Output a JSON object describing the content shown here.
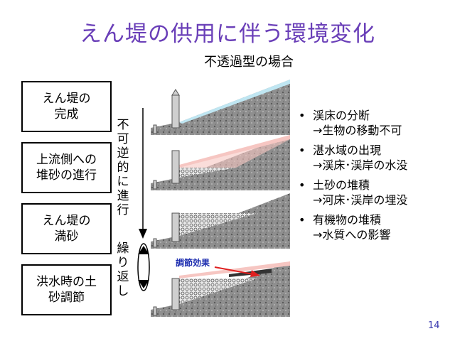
{
  "title": "えん堤の供用に伴う環境変化",
  "subtitle": "不透過型の場合",
  "stages": [
    {
      "line1": "えん堤の",
      "line2": "完成"
    },
    {
      "line1": "上流側への",
      "line2": "堆砂の進行"
    },
    {
      "line1": "えん堤の",
      "line2": "満砂"
    },
    {
      "line1": "洪水時の土",
      "line2": "砂調節"
    }
  ],
  "irreversible_label": "不可逆的に進行",
  "repeat_label": "繰り返し",
  "callout_label": "調節効果",
  "bullets": [
    {
      "line1": "渓床の分断",
      "line2": "→生物の移動不可"
    },
    {
      "line1": "湛水域の出現",
      "line2": "→渓床･渓岸の水没"
    },
    {
      "line1": "土砂の堆積",
      "line2": "→河床･渓岸の埋没"
    },
    {
      "line1": "有機物の堆積",
      "line2": "→水質への影響"
    }
  ],
  "page_number": "14",
  "colors": {
    "title": "#6a3fb8",
    "water": "#bfe6f2",
    "pink": "#f6c6c2",
    "arrow_red": "#e02020",
    "callout": "#1f2fb0"
  }
}
